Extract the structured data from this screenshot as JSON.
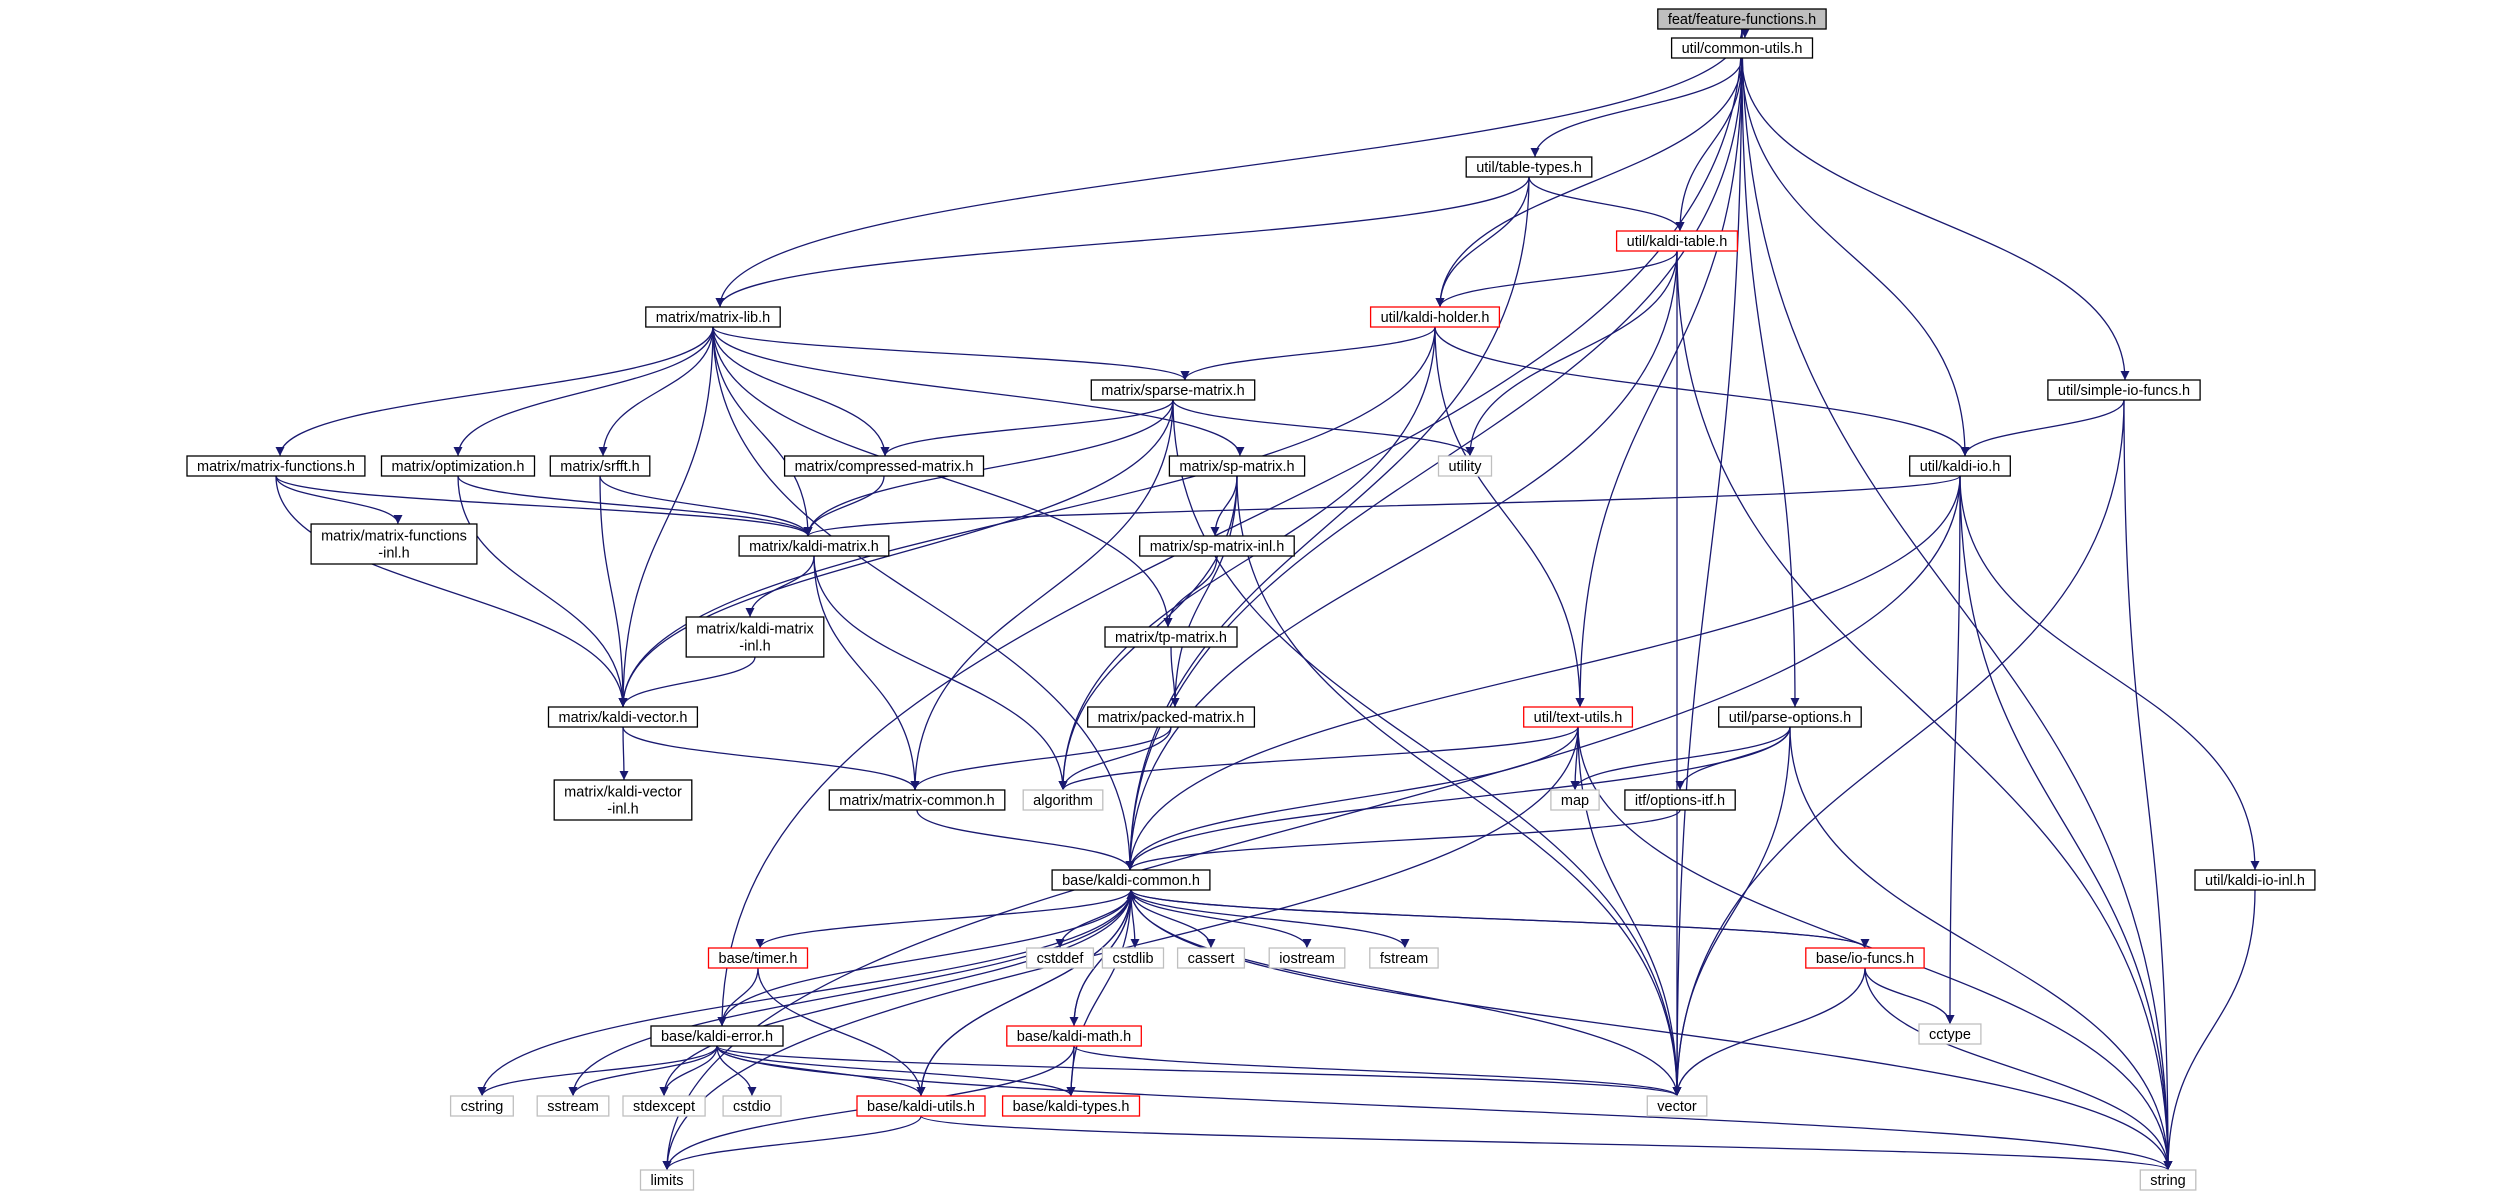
{
  "diagram": {
    "kind": "include-dependency-graph",
    "colors": {
      "edge": "#191970",
      "box_black": "#000000",
      "box_red": "#ff0000",
      "box_system": "#bfbfbf",
      "root_fill": "#bfbfbf"
    },
    "nodes": [
      {
        "id": "root",
        "label": "feat/feature-functions.h",
        "style": "root"
      },
      {
        "id": "common_utils",
        "label": "util/common-utils.h",
        "style": "black"
      },
      {
        "id": "table_types",
        "label": "util/table-types.h",
        "style": "black"
      },
      {
        "id": "kaldi_table",
        "label": "util/kaldi-table.h",
        "style": "red"
      },
      {
        "id": "kaldi_holder",
        "label": "util/kaldi-holder.h",
        "style": "red"
      },
      {
        "id": "matrix_lib",
        "label": "matrix/matrix-lib.h",
        "style": "black"
      },
      {
        "id": "simple_io",
        "label": "util/simple-io-funcs.h",
        "style": "black"
      },
      {
        "id": "sparse_matrix",
        "label": "matrix/sparse-matrix.h",
        "style": "black"
      },
      {
        "id": "utility",
        "label": "utility",
        "style": "system"
      },
      {
        "id": "kaldi_io",
        "label": "util/kaldi-io.h",
        "style": "black"
      },
      {
        "id": "matrix_functions",
        "label": "matrix/matrix-functions.h",
        "style": "black"
      },
      {
        "id": "optimization",
        "label": "matrix/optimization.h",
        "style": "black"
      },
      {
        "id": "srfft",
        "label": "matrix/srfft.h",
        "style": "black"
      },
      {
        "id": "compressed",
        "label": "matrix/compressed-matrix.h",
        "style": "black"
      },
      {
        "id": "sp_matrix",
        "label": "matrix/sp-matrix.h",
        "style": "black"
      },
      {
        "id": "mf_inl",
        "label": "matrix/matrix-functions\n-inl.h",
        "style": "black"
      },
      {
        "id": "kaldi_matrix",
        "label": "matrix/kaldi-matrix.h",
        "style": "black"
      },
      {
        "id": "sp_inl",
        "label": "matrix/sp-matrix-inl.h",
        "style": "black"
      },
      {
        "id": "km_inl",
        "label": "matrix/kaldi-matrix\n-inl.h",
        "style": "black"
      },
      {
        "id": "tp_matrix",
        "label": "matrix/tp-matrix.h",
        "style": "black"
      },
      {
        "id": "kaldi_vector",
        "label": "matrix/kaldi-vector.h",
        "style": "black"
      },
      {
        "id": "packed",
        "label": "matrix/packed-matrix.h",
        "style": "black"
      },
      {
        "id": "text_utils",
        "label": "util/text-utils.h",
        "style": "red"
      },
      {
        "id": "parse_options",
        "label": "util/parse-options.h",
        "style": "black"
      },
      {
        "id": "kv_inl",
        "label": "matrix/kaldi-vector\n-inl.h",
        "style": "black"
      },
      {
        "id": "matrix_common",
        "label": "matrix/matrix-common.h",
        "style": "black"
      },
      {
        "id": "algorithm",
        "label": "algorithm",
        "style": "system"
      },
      {
        "id": "map",
        "label": "map",
        "style": "system"
      },
      {
        "id": "options_itf",
        "label": "itf/options-itf.h",
        "style": "black"
      },
      {
        "id": "kaldi_common",
        "label": "base/kaldi-common.h",
        "style": "black"
      },
      {
        "id": "kio_inl",
        "label": "util/kaldi-io-inl.h",
        "style": "black"
      },
      {
        "id": "timer",
        "label": "base/timer.h",
        "style": "red"
      },
      {
        "id": "cstddef",
        "label": "cstddef",
        "style": "system"
      },
      {
        "id": "cstdlib",
        "label": "cstdlib",
        "style": "system"
      },
      {
        "id": "cassert",
        "label": "cassert",
        "style": "system"
      },
      {
        "id": "iostream",
        "label": "iostream",
        "style": "system"
      },
      {
        "id": "fstream",
        "label": "fstream",
        "style": "system"
      },
      {
        "id": "io_funcs",
        "label": "base/io-funcs.h",
        "style": "red"
      },
      {
        "id": "kaldi_error",
        "label": "base/kaldi-error.h",
        "style": "black"
      },
      {
        "id": "kaldi_math",
        "label": "base/kaldi-math.h",
        "style": "red"
      },
      {
        "id": "cctype",
        "label": "cctype",
        "style": "system"
      },
      {
        "id": "cstring",
        "label": "cstring",
        "style": "system"
      },
      {
        "id": "sstream",
        "label": "sstream",
        "style": "system"
      },
      {
        "id": "stdexcept",
        "label": "stdexcept",
        "style": "system"
      },
      {
        "id": "cstdio",
        "label": "cstdio",
        "style": "system"
      },
      {
        "id": "kaldi_utils",
        "label": "base/kaldi-utils.h",
        "style": "red"
      },
      {
        "id": "kaldi_types",
        "label": "base/kaldi-types.h",
        "style": "red"
      },
      {
        "id": "vector",
        "label": "vector",
        "style": "system"
      },
      {
        "id": "limits",
        "label": "limits",
        "style": "system"
      },
      {
        "id": "string",
        "label": "string",
        "style": "system"
      }
    ],
    "edges": [
      [
        "root",
        "common_utils"
      ],
      [
        "root",
        "matrix_lib"
      ],
      [
        "root",
        "kaldi_error"
      ],
      [
        "root",
        "vector"
      ],
      [
        "root",
        "string"
      ],
      [
        "common_utils",
        "table_types"
      ],
      [
        "common_utils",
        "kaldi_table"
      ],
      [
        "common_utils",
        "kaldi_holder"
      ],
      [
        "common_utils",
        "kaldi_common"
      ],
      [
        "common_utils",
        "simple_io"
      ],
      [
        "common_utils",
        "kaldi_io"
      ],
      [
        "common_utils",
        "text_utils"
      ],
      [
        "common_utils",
        "parse_options"
      ],
      [
        "table_types",
        "matrix_lib"
      ],
      [
        "table_types",
        "kaldi_table"
      ],
      [
        "table_types",
        "kaldi_holder"
      ],
      [
        "table_types",
        "kaldi_common"
      ],
      [
        "kaldi_table",
        "kaldi_holder"
      ],
      [
        "kaldi_table",
        "utility"
      ],
      [
        "kaldi_table",
        "kaldi_common"
      ],
      [
        "kaldi_table",
        "vector"
      ],
      [
        "kaldi_table",
        "string"
      ],
      [
        "kaldi_holder",
        "sparse_matrix"
      ],
      [
        "kaldi_holder",
        "kaldi_io"
      ],
      [
        "kaldi_holder",
        "text_utils"
      ],
      [
        "kaldi_holder",
        "algorithm"
      ],
      [
        "kaldi_holder",
        "kaldi_vector"
      ],
      [
        "matrix_lib",
        "matrix_functions"
      ],
      [
        "matrix_lib",
        "optimization"
      ],
      [
        "matrix_lib",
        "srfft"
      ],
      [
        "matrix_lib",
        "compressed"
      ],
      [
        "matrix_lib",
        "kaldi_matrix"
      ],
      [
        "matrix_lib",
        "sparse_matrix"
      ],
      [
        "matrix_lib",
        "sp_matrix"
      ],
      [
        "matrix_lib",
        "tp_matrix"
      ],
      [
        "matrix_lib",
        "kaldi_vector"
      ],
      [
        "matrix_lib",
        "kaldi_common"
      ],
      [
        "simple_io",
        "kaldi_io"
      ],
      [
        "simple_io",
        "vector"
      ],
      [
        "simple_io",
        "string"
      ],
      [
        "sparse_matrix",
        "compressed"
      ],
      [
        "sparse_matrix",
        "kaldi_matrix"
      ],
      [
        "sparse_matrix",
        "kaldi_vector"
      ],
      [
        "sparse_matrix",
        "utility"
      ],
      [
        "sparse_matrix",
        "matrix_common"
      ],
      [
        "sparse_matrix",
        "vector"
      ],
      [
        "kaldi_io",
        "kaldi_matrix"
      ],
      [
        "kaldi_io",
        "kaldi_common"
      ],
      [
        "kaldi_io",
        "cctype"
      ],
      [
        "kaldi_io",
        "limits"
      ],
      [
        "kaldi_io",
        "string"
      ],
      [
        "kaldi_io",
        "kio_inl"
      ],
      [
        "matrix_functions",
        "mf_inl"
      ],
      [
        "matrix_functions",
        "kaldi_matrix"
      ],
      [
        "matrix_functions",
        "kaldi_vector"
      ],
      [
        "optimization",
        "kaldi_matrix"
      ],
      [
        "optimization",
        "kaldi_vector"
      ],
      [
        "srfft",
        "kaldi_matrix"
      ],
      [
        "srfft",
        "kaldi_vector"
      ],
      [
        "compressed",
        "kaldi_matrix"
      ],
      [
        "sp_matrix",
        "sp_inl"
      ],
      [
        "sp_matrix",
        "packed"
      ],
      [
        "sp_matrix",
        "algorithm"
      ],
      [
        "sp_matrix",
        "vector"
      ],
      [
        "kaldi_matrix",
        "km_inl"
      ],
      [
        "kaldi_matrix",
        "matrix_common"
      ],
      [
        "kaldi_matrix",
        "algorithm"
      ],
      [
        "sp_inl",
        "tp_matrix"
      ],
      [
        "km_inl",
        "kaldi_vector"
      ],
      [
        "tp_matrix",
        "packed"
      ],
      [
        "kaldi_vector",
        "kv_inl"
      ],
      [
        "kaldi_vector",
        "matrix_common"
      ],
      [
        "packed",
        "matrix_common"
      ],
      [
        "packed",
        "algorithm"
      ],
      [
        "text_utils",
        "algorithm"
      ],
      [
        "text_utils",
        "map"
      ],
      [
        "text_utils",
        "kaldi_common"
      ],
      [
        "text_utils",
        "limits"
      ],
      [
        "text_utils",
        "vector"
      ],
      [
        "text_utils",
        "string"
      ],
      [
        "parse_options",
        "map"
      ],
      [
        "parse_options",
        "options_itf"
      ],
      [
        "parse_options",
        "kaldi_common"
      ],
      [
        "parse_options",
        "vector"
      ],
      [
        "parse_options",
        "string"
      ],
      [
        "matrix_common",
        "kaldi_common"
      ],
      [
        "options_itf",
        "kaldi_common"
      ],
      [
        "kio_inl",
        "string"
      ],
      [
        "kaldi_common",
        "timer"
      ],
      [
        "kaldi_common",
        "cstddef"
      ],
      [
        "kaldi_common",
        "cstdlib"
      ],
      [
        "kaldi_common",
        "cassert"
      ],
      [
        "kaldi_common",
        "iostream"
      ],
      [
        "kaldi_common",
        "fstream"
      ],
      [
        "kaldi_common",
        "io_funcs"
      ],
      [
        "kaldi_common",
        "kaldi_error"
      ],
      [
        "kaldi_common",
        "kaldi_math"
      ],
      [
        "kaldi_common",
        "cstring"
      ],
      [
        "kaldi_common",
        "sstream"
      ],
      [
        "kaldi_common",
        "stdexcept"
      ],
      [
        "kaldi_common",
        "kaldi_utils"
      ],
      [
        "kaldi_common",
        "kaldi_types"
      ],
      [
        "kaldi_common",
        "vector"
      ],
      [
        "kaldi_common",
        "string"
      ],
      [
        "io_funcs",
        "kaldi_common"
      ],
      [
        "io_funcs",
        "cctype"
      ],
      [
        "io_funcs",
        "vector"
      ],
      [
        "io_funcs",
        "string"
      ],
      [
        "timer",
        "kaldi_error"
      ],
      [
        "timer",
        "kaldi_utils"
      ],
      [
        "kaldi_math",
        "kaldi_common"
      ],
      [
        "kaldi_math",
        "kaldi_types"
      ],
      [
        "kaldi_math",
        "vector"
      ],
      [
        "kaldi_math",
        "limits"
      ],
      [
        "kaldi_error",
        "cstring"
      ],
      [
        "kaldi_error",
        "sstream"
      ],
      [
        "kaldi_error",
        "stdexcept"
      ],
      [
        "kaldi_error",
        "cstdio"
      ],
      [
        "kaldi_error",
        "kaldi_utils"
      ],
      [
        "kaldi_error",
        "kaldi_types"
      ],
      [
        "kaldi_error",
        "vector"
      ],
      [
        "kaldi_error",
        "string"
      ],
      [
        "kaldi_utils",
        "kaldi_common"
      ],
      [
        "kaldi_utils",
        "limits"
      ],
      [
        "kaldi_utils",
        "string"
      ]
    ]
  }
}
